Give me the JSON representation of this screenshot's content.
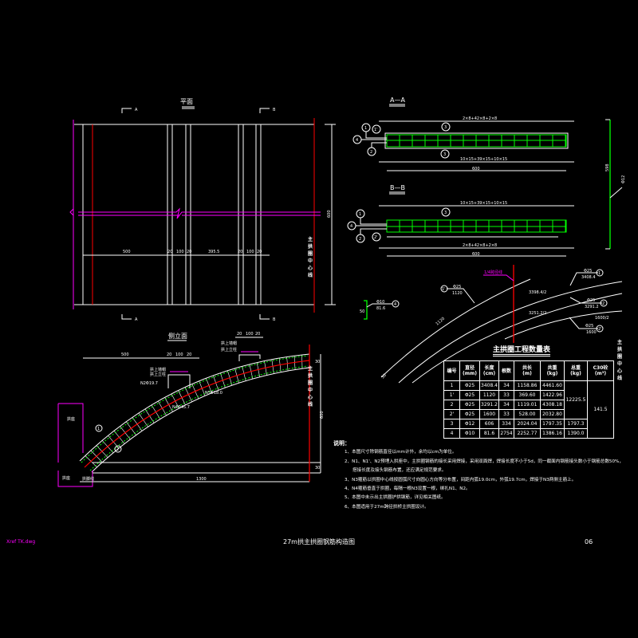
{
  "drawing_title": "27m拱主拱圈钢筋构造图",
  "sheet_number": "06",
  "xref_label": "Xref TK.dwg",
  "plan": {
    "title": "平面",
    "section_a": "A",
    "section_b": "B",
    "dims": [
      "500",
      "20",
      "100",
      "20",
      "395.5",
      "20",
      "100",
      "20"
    ],
    "width_dim": "600",
    "centerline_label": "主拱圈中心线"
  },
  "section_aa": {
    "title": "A—A",
    "top_dim": "2×8+42×8+2×8",
    "bottom_dim": "10×15+39×15+10×15",
    "total_dim": "600",
    "markers": [
      "1",
      "1'",
      "3",
      "4",
      "2",
      "3"
    ]
  },
  "section_bb": {
    "title": "B—B",
    "top_dim": "10×15+39×15+10×15",
    "bottom_dim": "2×8+42×8+2×8",
    "total_dim": "600",
    "markers": [
      "1",
      "3",
      "4",
      "2",
      "2'"
    ]
  },
  "stirrup_n3": {
    "length": "598",
    "dia": "Φ12"
  },
  "tie_n4": {
    "dia": "Φ10",
    "length": "81.6",
    "marker": "4",
    "height": "50"
  },
  "bar_details": {
    "quarter_label": "1/4跨径线",
    "bar1": {
      "marker": "1",
      "dia": "Φ25",
      "length": "3408.4",
      "half": "3398.4/2"
    },
    "bar1p": {
      "marker": "1'",
      "dia": "Φ25",
      "length": "1120",
      "along": "1120"
    },
    "bar2": {
      "marker": "2",
      "dia": "Φ25",
      "length": "3291.2",
      "half": "3251.2/2"
    },
    "bar2p": {
      "marker": "2'",
      "dia": "Φ25",
      "length": "1600",
      "half": "1600/2"
    },
    "end_label": "30"
  },
  "elevation": {
    "title": "侧立面",
    "span_dim": "1300",
    "left_dim": "500",
    "top_dims": [
      "20",
      "100",
      "20"
    ],
    "rise_dim": "600",
    "thickness_dims": [
      "30",
      "30"
    ],
    "labels": {
      "n2": "N2Φ19.7",
      "n5": "N5Φ18.0",
      "n4": "N4Φ45.7",
      "wall_top": "拱上墙帽",
      "wall": "拱上立柱"
    },
    "markers": [
      "1",
      "2"
    ],
    "abutment_labels": [
      "拱座",
      "拱座"
    ],
    "springing_label": "拱脚线",
    "centerline_label": "主拱圈中心线"
  },
  "quantity_table": {
    "title": "主拱圈工程数量表",
    "headers": [
      "编号",
      "直径\n(mm)",
      "长度\n(cm)",
      "根数",
      "共长\n(m)",
      "共重\n(kg)",
      "总重\n(kg)",
      "C30砼\n(m³)"
    ],
    "rows": [
      [
        "1",
        "Φ25",
        "3408.4",
        "34",
        "1158.86",
        "4461.60"
      ],
      [
        "1'",
        "Φ25",
        "1120",
        "33",
        "369.60",
        "1422.96"
      ],
      [
        "2",
        "Φ25",
        "3291.2",
        "34",
        "1119.01",
        "4308.18"
      ],
      [
        "2'",
        "Φ25",
        "1600",
        "33",
        "528.00",
        "2032.80"
      ],
      [
        "3",
        "Φ12",
        "606",
        "334",
        "2024.04",
        "1797.35"
      ],
      [
        "4",
        "Φ10",
        "81.6",
        "2754",
        "2252.77",
        "1386.16"
      ]
    ],
    "total_weight_main": "12225.5",
    "total_weight_n3": "1797.3",
    "total_weight_n4": "1390.0",
    "concrete": "141.5"
  },
  "notes": {
    "heading": "说明：",
    "items": [
      "1、本图尺寸除钢筋直径以mm计外，余均以cm为单位。",
      "2、N1、N1'、N2预埋入拱座中，主拱圈钢筋的接长采用焊接，采用双面焊，焊接长度不小于5d，同一截面内钢筋接头数小于钢筋总数50%，",
      "搭接长度及接头钢筋布置，还应满足规范要求。",
      "3、N3箍筋以拱圈中心线按圆弧尺寸向圆心方向等分布置，间距内弧19.0cm，外弧19.7cm，焊接于N3两侧主筋上。",
      "4、N4箍筋垂直于拱圈，每隔一根N3设置一根，绑扎N1、N2。",
      "5、本图中未示出主拱圈护拱钢筋，详见相关图纸。",
      "6、本图适用于27m跨径拱桥主拱圈设计。"
    ]
  },
  "colors": {
    "background": "#000000",
    "line": "#ffffff",
    "rebar": "#00ff00",
    "centerline": "#ff0000",
    "break": "#ff00ff"
  }
}
